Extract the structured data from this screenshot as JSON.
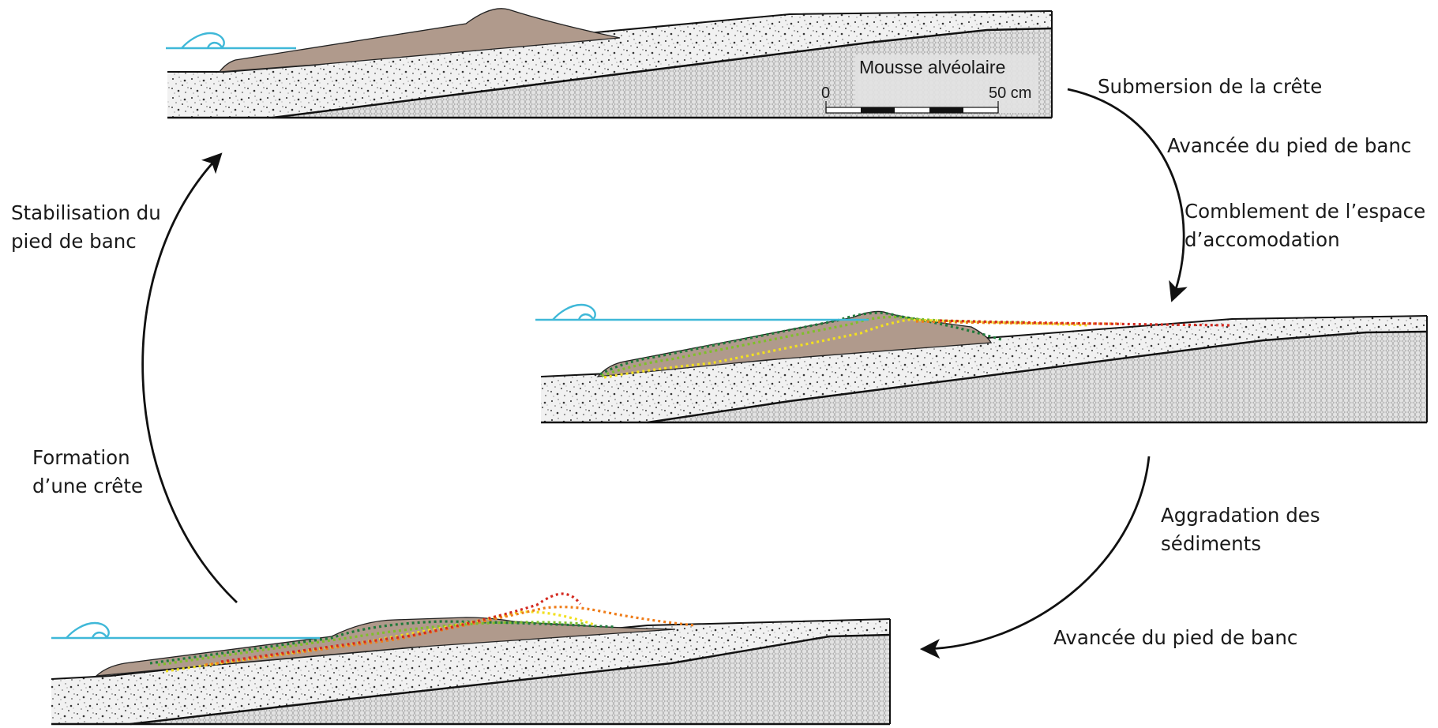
{
  "legend": {
    "material": "Mousse alvéolaire",
    "scale_start": "0",
    "scale_end": "50 cm"
  },
  "steps": {
    "step1": [
      "Submersion de la crête"
    ],
    "step2": [
      "Avancée du pied de banc"
    ],
    "step3": [
      "Comblement de l’espace",
      "d’accomodation"
    ],
    "step4": [
      "Aggradation des",
      "sédiments"
    ],
    "step5": [
      "Avancée du pied de banc"
    ],
    "step6": [
      "Formation",
      "d’une crête"
    ],
    "step7": [
      "Stabilisation du",
      "pied de banc"
    ]
  },
  "colors": {
    "sand_layer": "#eeeeee",
    "foam_layer": "#dcdcdc",
    "sediment_bar": "#b09a8c",
    "water": "#3fb8d8",
    "profile_green": "#1f7a3a",
    "profile_lightgreen": "#7fbf2a",
    "profile_yellow": "#f2e020",
    "profile_orange": "#ef7d1a",
    "profile_red": "#d42a20"
  }
}
